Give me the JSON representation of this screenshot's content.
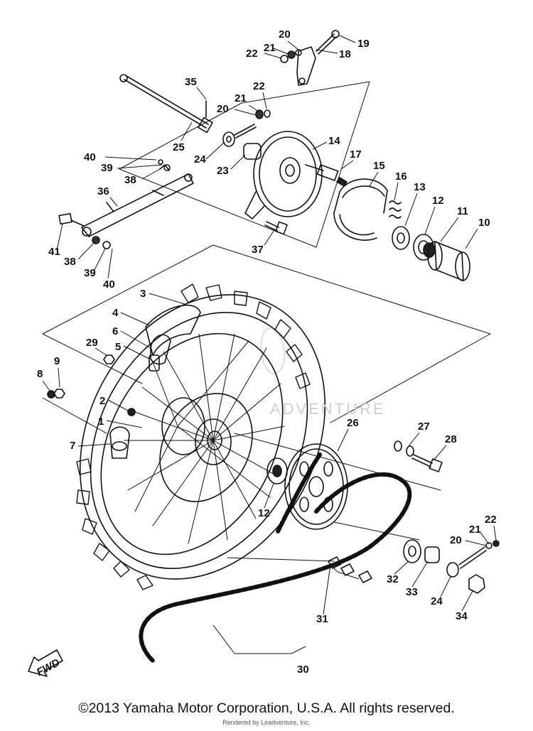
{
  "callouts": {
    "c1": "1",
    "c2": "2",
    "c3": "3",
    "c4": "4",
    "c5": "5",
    "c6": "6",
    "c7": "7",
    "c8": "8",
    "c9": "9",
    "c10": "10",
    "c11": "11",
    "c12a": "12",
    "c12b": "12",
    "c13": "13",
    "c14": "14",
    "c15": "15",
    "c16": "16",
    "c17": "17",
    "c18": "18",
    "c19": "19",
    "c20a": "20",
    "c20b": "20",
    "c20c": "20",
    "c21a": "21",
    "c21b": "21",
    "c21c": "21",
    "c22a": "22",
    "c22b": "22",
    "c22c": "22",
    "c23": "23",
    "c24a": "24",
    "c24b": "24",
    "c25": "25",
    "c26": "26",
    "c27": "27",
    "c28": "28",
    "c29": "29",
    "c30": "30",
    "c31": "31",
    "c32": "32",
    "c33": "33",
    "c34": "34",
    "c35": "35",
    "c36": "36",
    "c37": "37",
    "c38a": "38",
    "c38b": "38",
    "c39a": "39",
    "c39b": "39",
    "c40a": "40",
    "c40b": "40",
    "c41": "41"
  },
  "fwd_label": "FWD",
  "watermark_text": "ADVENTURE",
  "footer": "©2013 Yamaha Motor Corporation, U.S.A. All rights reserved.",
  "render_note": "Rendered by Leadventure, Inc."
}
